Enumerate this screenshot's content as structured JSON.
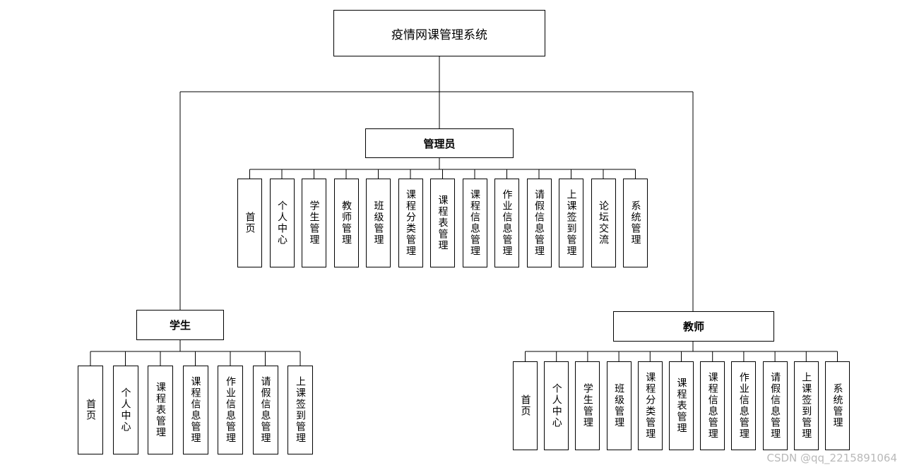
{
  "root": {
    "label": "疫情网课管理系统"
  },
  "roles": [
    {
      "id": "admin",
      "label": "管理员",
      "children": [
        "首页",
        "个人中心",
        "学生管理",
        "教师管理",
        "班级管理",
        "课程分类管理",
        "课程表管理",
        "课程信息管理",
        "作业信息管理",
        "请假信息管理",
        "上课签到管理",
        "论坛交流",
        "系统管理"
      ]
    },
    {
      "id": "student",
      "label": "学生",
      "children": [
        "首页",
        "个人中心",
        "课程表管理",
        "课程信息管理",
        "作业信息管理",
        "请假信息管理",
        "上课签到管理"
      ]
    },
    {
      "id": "teacher",
      "label": "教师",
      "children": [
        "首页",
        "个人中心",
        "学生管理",
        "班级管理",
        "课程分类管理",
        "课程表管理",
        "课程信息管理",
        "作业信息管理",
        "请假信息管理",
        "上课签到管理",
        "系统管理"
      ]
    }
  ],
  "watermark": {
    "text": "CSDN @qq_2215891064"
  }
}
